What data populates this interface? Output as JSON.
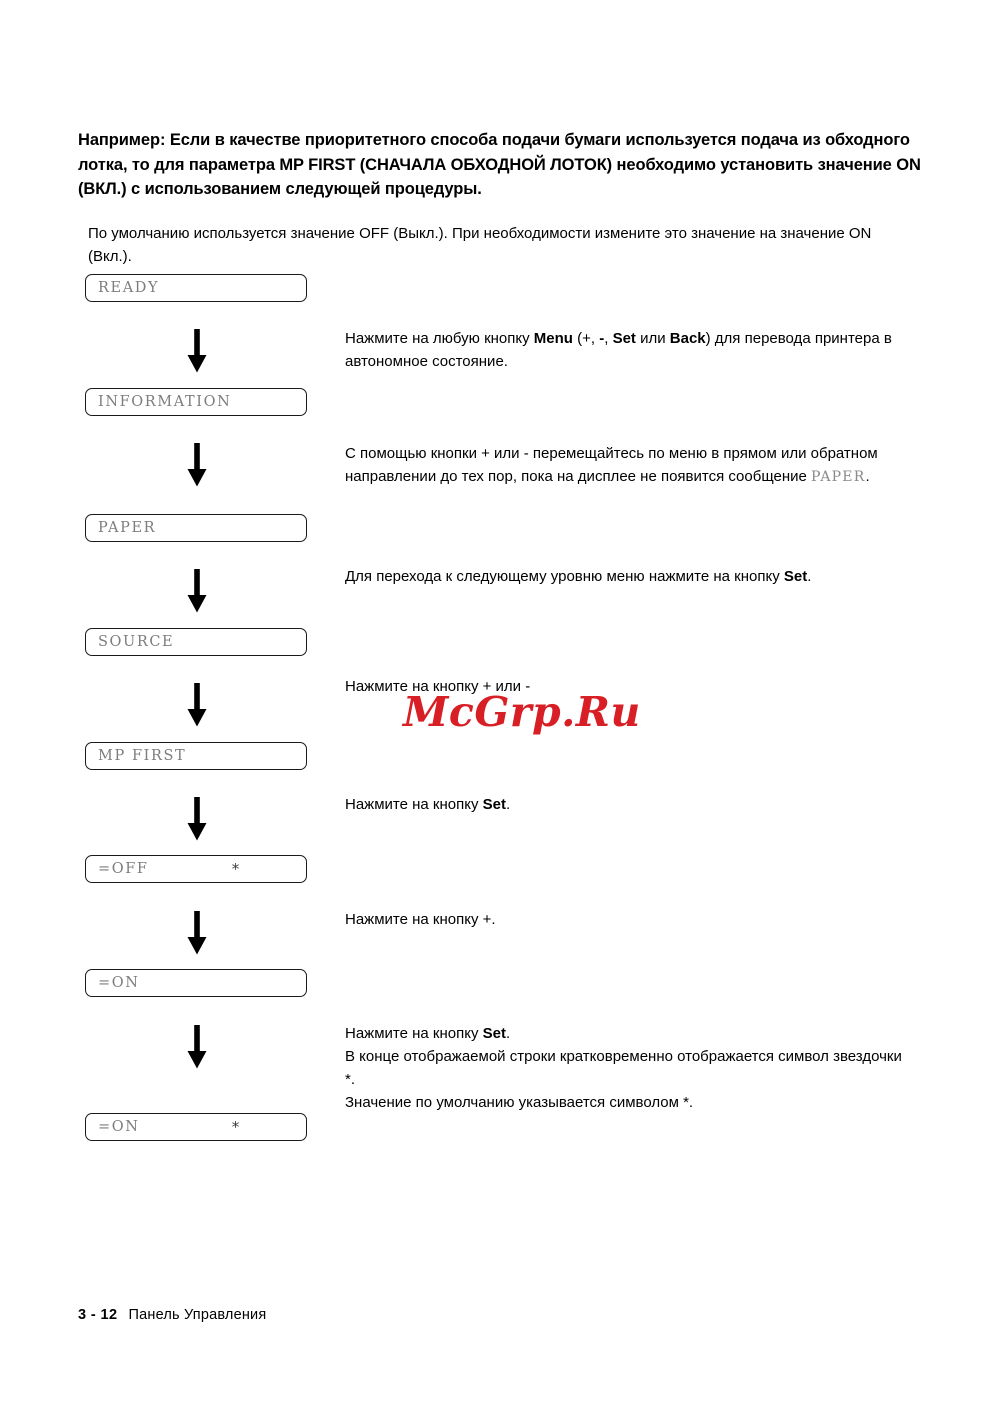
{
  "heading": "Например: Если в качестве приоритетного способа подачи бумаги используется подача из обходного лотка, то для параметра MP FIRST (СНАЧАЛА ОБХОДНОЙ ЛОТОК) необходимо установить значение ON (ВКЛ.) с использованием следующей процедуры.",
  "intro": "По умолчанию используется значение OFF (Выкл.). При необходимости измените это значение на значение ON (Вкл.).",
  "flow": {
    "steps": [
      {
        "display": "READY",
        "star": ""
      },
      {
        "display": "INFORMATION",
        "star": ""
      },
      {
        "display": "PAPER",
        "star": ""
      },
      {
        "display": "SOURCE",
        "star": ""
      },
      {
        "display": "MP FIRST",
        "star": ""
      },
      {
        "display": "=OFF",
        "star": "*"
      },
      {
        "display": "=ON",
        "star": ""
      },
      {
        "display": "=ON",
        "star": "*"
      }
    ],
    "arrow_icon": "down-arrow-icon"
  },
  "notes": {
    "n1_a": "Нажмите на любую кнопку ",
    "n1_menu": "Menu",
    "n1_b": " (+, ",
    "n1_minus": "-",
    "n1_c": ", ",
    "n1_set": "Set",
    "n1_d": " или ",
    "n1_back": "Back",
    "n1_e": ") для перевода принтера в автономное состояние.",
    "n2_a": "С помощью кнопки + или - перемещайтесь по меню в прямом или обратном направлении до тех пор, пока на дисплее не появится сообщение ",
    "n2_mono": "PAPER",
    "n2_b": ".",
    "n3_a": "Для перехода к следующему уровню меню нажмите на кнопку ",
    "n3_set": "Set",
    "n3_b": ".",
    "n4": "Нажмите на кнопку + или -",
    "n5_a": "Нажмите на кнопку ",
    "n5_set": "Set",
    "n5_b": ".",
    "n6": "Нажмите на кнопку +.",
    "n7_a": "Нажмите  на  кнопку  ",
    "n7_set": "Set",
    "n7_b": ".",
    "n7_line2": "В конце отображаемой строки кратковременно отображается символ звездочки *.",
    "n7_line3": "Значение по умолчанию указывается символом *."
  },
  "watermark": "McGrp.Ru",
  "footer": {
    "page": "3 - 12",
    "section": "Панель Управления"
  },
  "colors": {
    "ink": "#000000",
    "lcd_text": "#7d7d7d",
    "lcd_border": "#1a1a1a",
    "watermark": "#d81f26",
    "page_bg": "#ffffff"
  }
}
